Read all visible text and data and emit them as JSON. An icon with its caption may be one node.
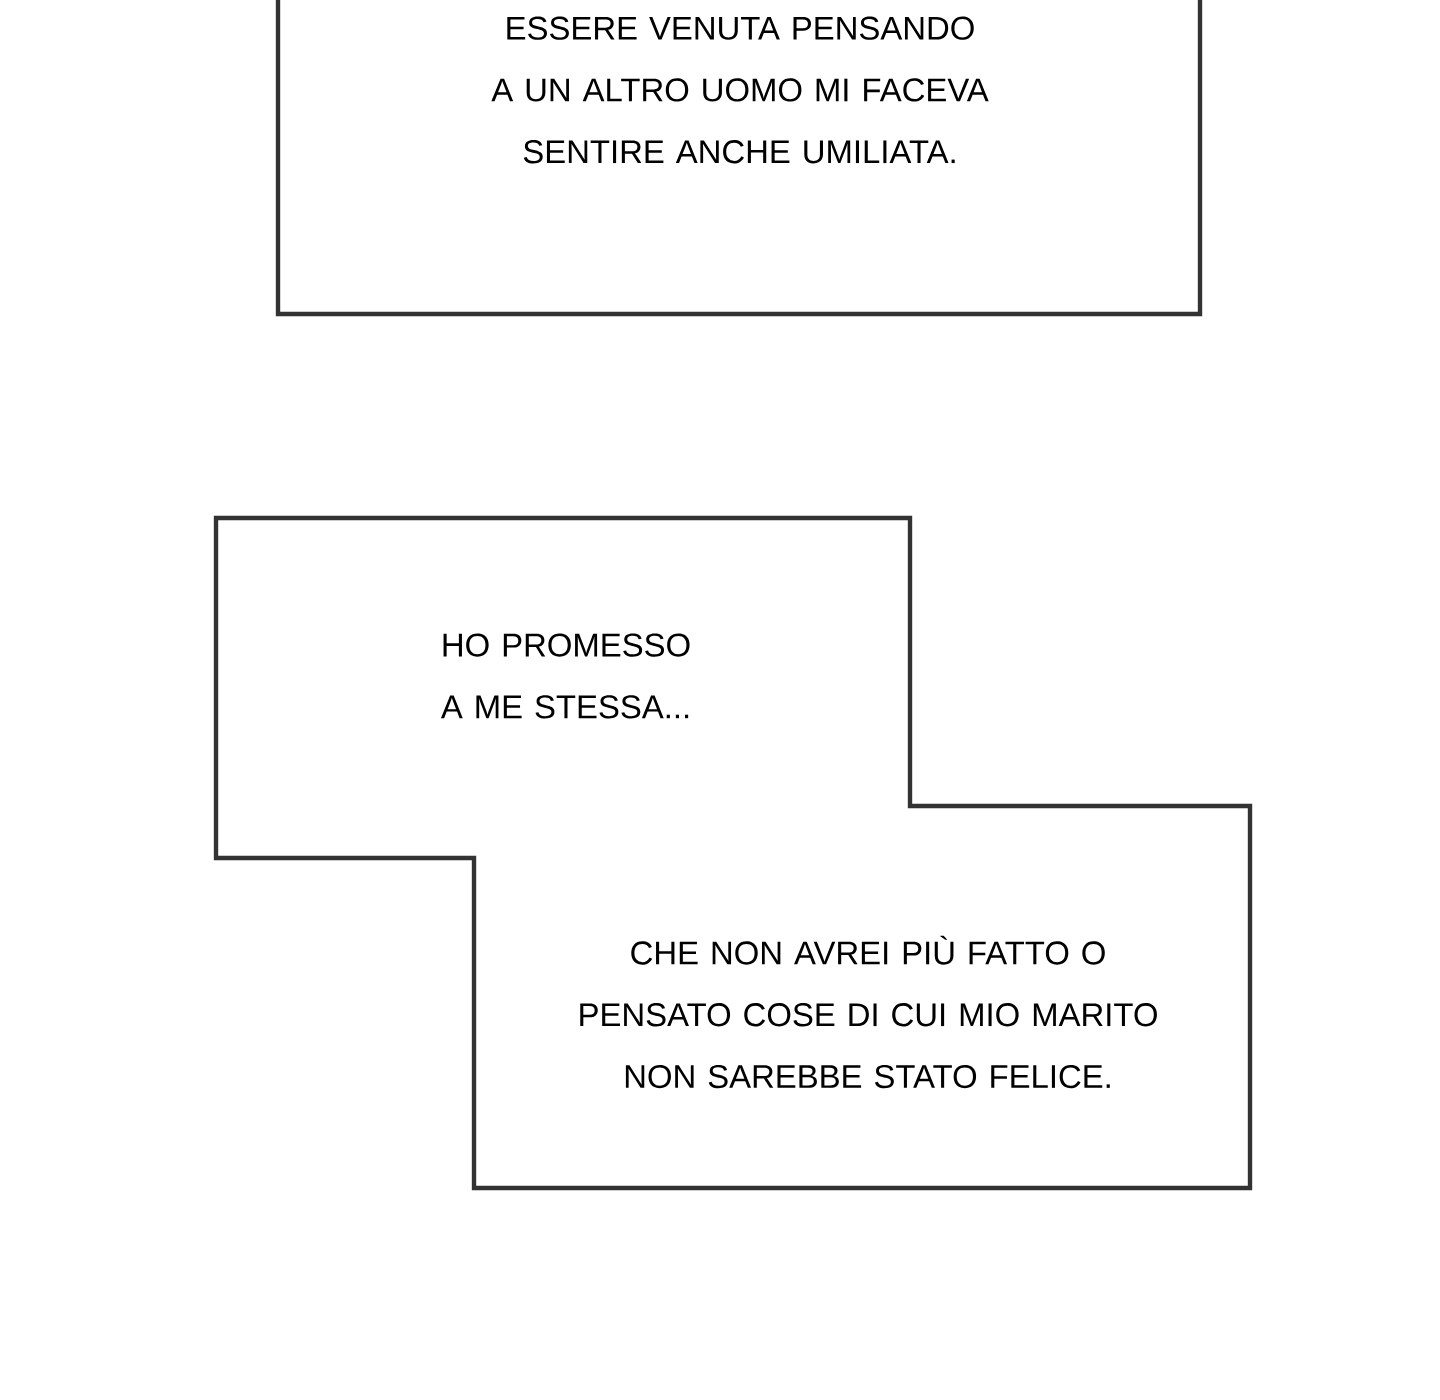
{
  "diagram": {
    "nodes": [
      {
        "text": [
          "ESSERE VENUTA PENSANDO A UN ALTRO UOMO MI FACEVA SENTIRE ANCHE UMILIATA."
        ]
      },
      {
        "text": [
          "HO PROMESSO A ME STESSA...",
          "CHE NON AVREI PIÙ FATTO O PENSATO COSE DI CUI MIO MARITO NON SAREBBE STATO FELICE."
        ]
      }
    ]
  }
}
